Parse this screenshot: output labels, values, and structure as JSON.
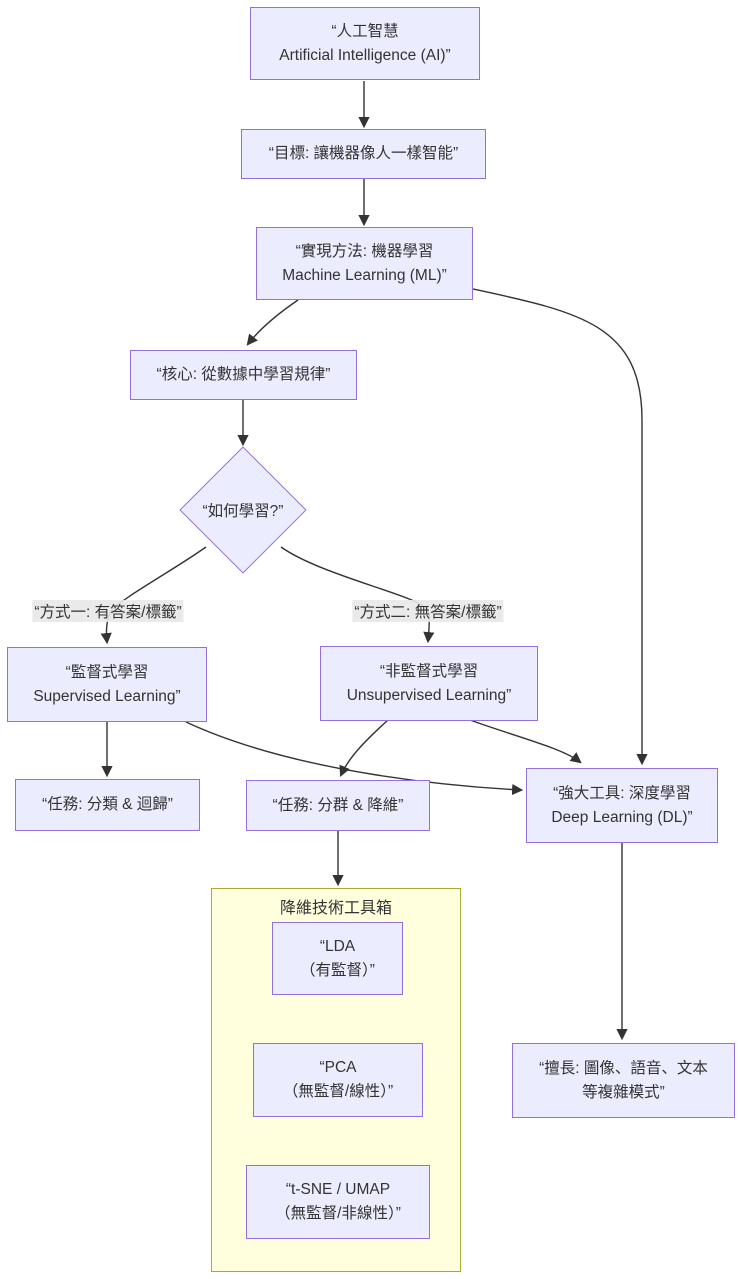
{
  "diagram_type": "flowchart",
  "colors": {
    "node_fill": "#ECECFF",
    "node_border": "#9370DB",
    "subgraph_fill": "#FFFFDE",
    "subgraph_border": "#AAAA33",
    "edge": "#333333",
    "text": "#333333",
    "edge_label_bg": "#e8e8e8"
  },
  "nodes": {
    "ai": {
      "line1": "“人工智慧",
      "line2": "Artificial Intelligence (AI)”"
    },
    "goal": {
      "line1": "“目標: 讓機器像人一樣智能”"
    },
    "ml": {
      "line1": "“實現方法: 機器學習",
      "line2": "Machine Learning (ML)”"
    },
    "core": {
      "line1": "“核心: 從數據中學習規律”"
    },
    "decision": {
      "line1": "“如何學習?”"
    },
    "supervised": {
      "line1": "“監督式學習",
      "line2": "Supervised Learning”"
    },
    "unsupervised": {
      "line1": "“非監督式學習",
      "line2": "Unsupervised Learning”"
    },
    "task_classification": {
      "line1": "“任務: 分類 & 迴歸”"
    },
    "task_clustering": {
      "line1": "“任務: 分群 & 降維”"
    },
    "deep_learning": {
      "line1": "“強大工具: 深度學習",
      "line2": "Deep Learning (DL)”"
    },
    "lda": {
      "line1": "“LDA",
      "line2": "（有監督）”"
    },
    "pca": {
      "line1": "“PCA",
      "line2": "（無監督/線性）”"
    },
    "tsne_umap": {
      "line1": "“t-SNE / UMAP",
      "line2": "（無監督/非線性）”"
    },
    "dl_strength": {
      "line1": "“擅長: 圖像、語音、文本",
      "line2": "等複雜模式”"
    }
  },
  "edge_labels": {
    "way1": "“方式一: 有答案/標籤”",
    "way2": "“方式二: 無答案/標籤”"
  },
  "subgraph": {
    "title": "降維技術工具箱"
  },
  "edges": [
    {
      "from": "ai",
      "to": "goal"
    },
    {
      "from": "goal",
      "to": "ml"
    },
    {
      "from": "ml",
      "to": "core"
    },
    {
      "from": "core",
      "to": "decision"
    },
    {
      "from": "decision",
      "to": "supervised",
      "label": "方式一: 有答案/標籤"
    },
    {
      "from": "decision",
      "to": "unsupervised",
      "label": "方式二: 無答案/標籤"
    },
    {
      "from": "supervised",
      "to": "task_classification"
    },
    {
      "from": "unsupervised",
      "to": "task_clustering"
    },
    {
      "from": "supervised",
      "to": "deep_learning"
    },
    {
      "from": "unsupervised",
      "to": "deep_learning"
    },
    {
      "from": "ml",
      "to": "deep_learning"
    },
    {
      "from": "task_clustering",
      "to": "subgraph_lda"
    },
    {
      "from": "deep_learning",
      "to": "dl_strength"
    }
  ]
}
